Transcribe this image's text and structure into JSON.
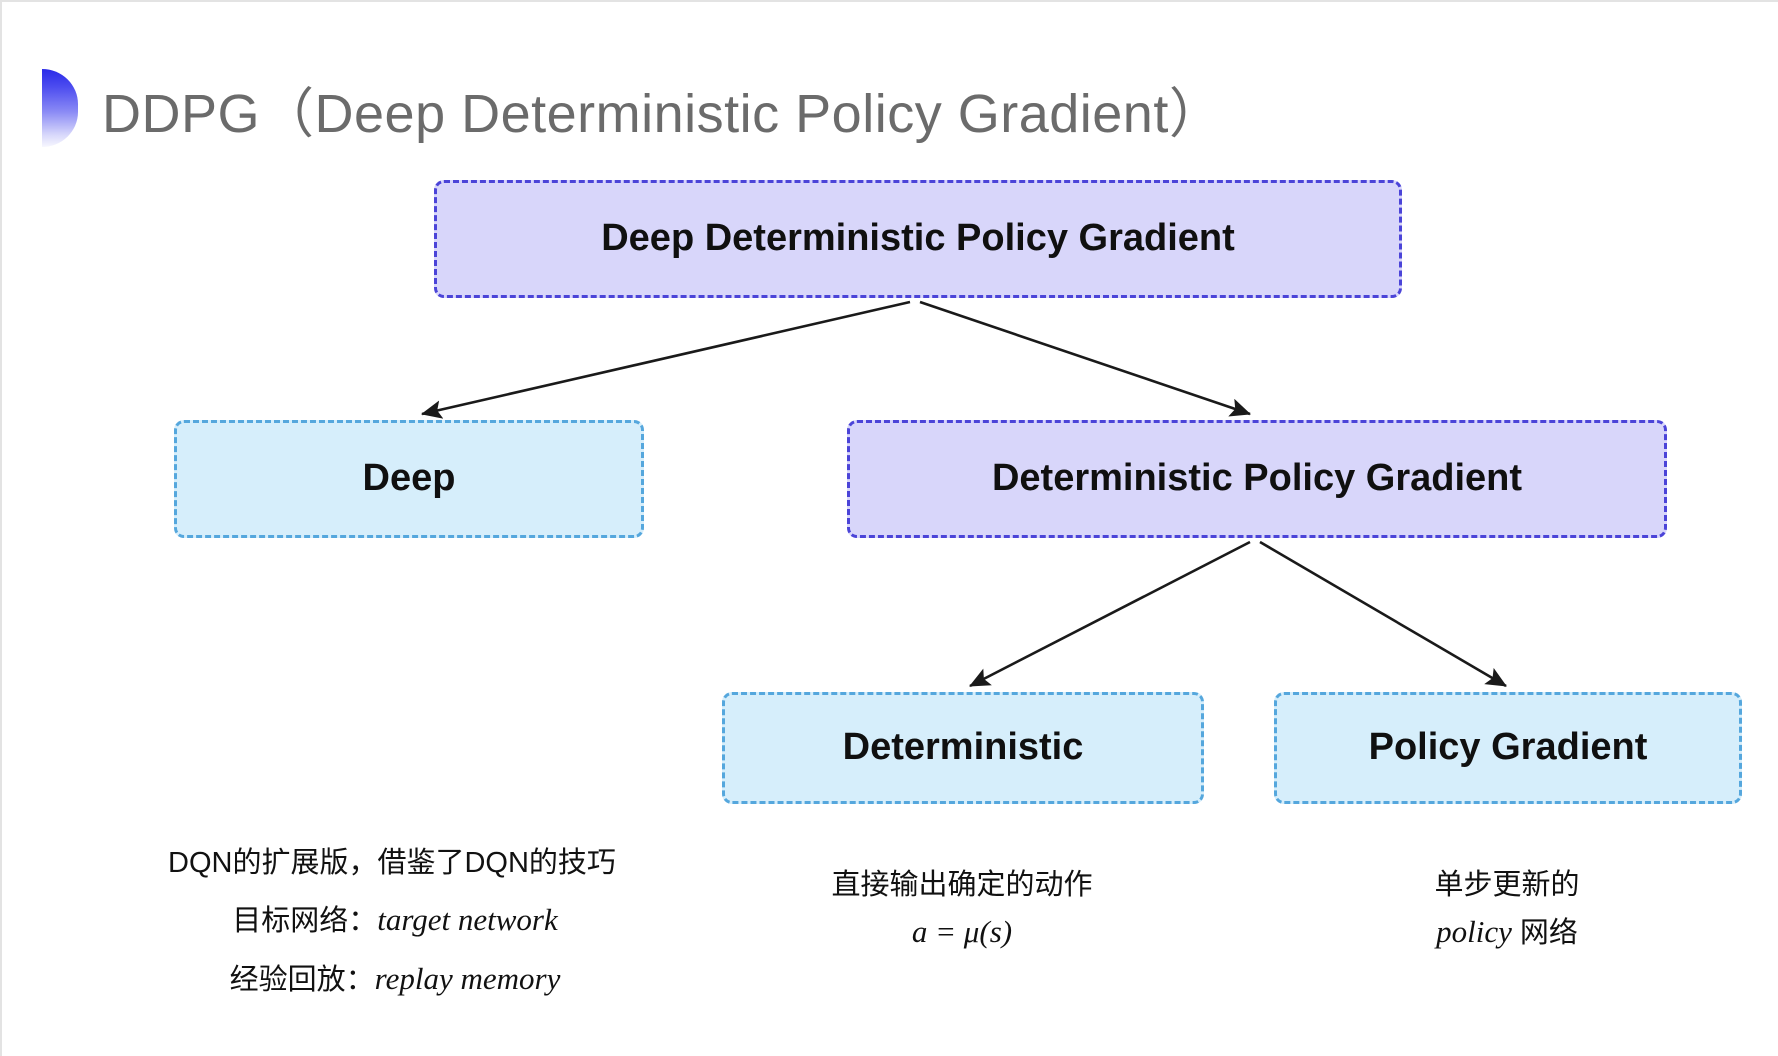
{
  "slide": {
    "title": "DDPG（Deep Deterministic Policy Gradient）",
    "bullet_icon": "half-circle-gradient-icon"
  },
  "colors": {
    "title_text": "#6b6b6b",
    "purple_fill": "#d8d6fa",
    "purple_border": "#4b44d8",
    "blue_fill": "#d6eefb",
    "blue_border": "#55a7dd",
    "arrow": "#1a1a1a",
    "bullet_gradient_top": "#2a2ae8",
    "bullet_gradient_bottom": "#f7f7fe"
  },
  "diagram": {
    "nodes": [
      {
        "id": "root",
        "label": "Deep Deterministic Policy Gradient",
        "style": "purple"
      },
      {
        "id": "deep",
        "label": "Deep",
        "style": "blue"
      },
      {
        "id": "dpg",
        "label": "Deterministic Policy Gradient",
        "style": "purple"
      },
      {
        "id": "deterministic",
        "label": "Deterministic",
        "style": "blue"
      },
      {
        "id": "policy_gradient",
        "label": "Policy Gradient",
        "style": "blue"
      }
    ],
    "edges": [
      {
        "from": "root",
        "to": "deep"
      },
      {
        "from": "root",
        "to": "dpg"
      },
      {
        "from": "dpg",
        "to": "deterministic"
      },
      {
        "from": "dpg",
        "to": "policy_gradient"
      }
    ]
  },
  "captions": {
    "deep": {
      "line1": "DQN的扩展版，借鉴了DQN的技巧",
      "line2_cn": "目标网络：",
      "line2_math": "target network",
      "line3_cn": "经验回放：",
      "line3_math": "replay memory"
    },
    "deterministic": {
      "line1": "直接输出确定的动作",
      "line2_math": "a = μ(s)"
    },
    "policy_gradient": {
      "line1": "单步更新的",
      "line2_math": "policy",
      "line2_cn": " 网络"
    }
  }
}
